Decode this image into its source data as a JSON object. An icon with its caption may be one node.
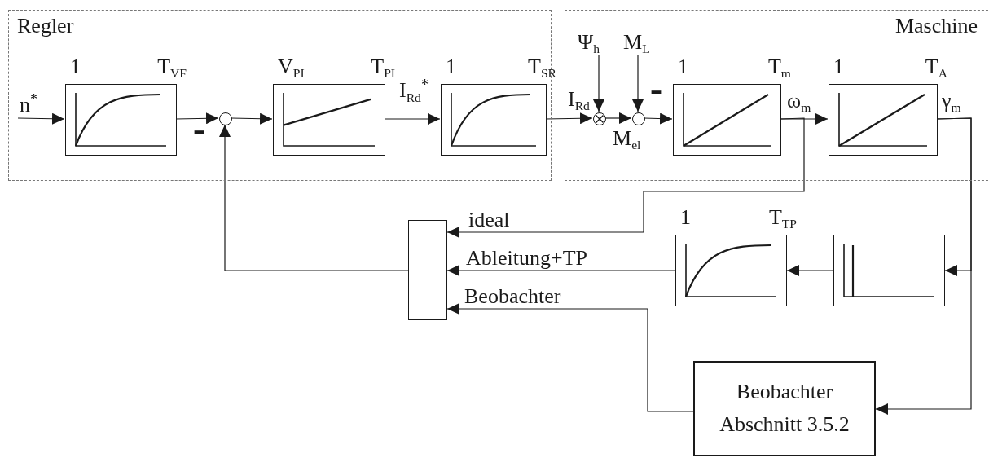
{
  "diagram": {
    "nodes": [
      {
        "text": [
          "Regler"
        ]
      },
      {
        "text": [
          "1",
          "T$_{VF}$"
        ],
        "in": 0
      },
      {
        "text": [],
        "shape": "circle",
        "in": 0,
        "beside": [
          "–"
        ]
      },
      {
        "text": [
          "V$_{PI}$",
          "T$_{PI}$"
        ],
        "in": 0
      },
      {
        "text": [
          "1",
          "T$_{SR}$"
        ],
        "in": 0
      },
      {
        "text": [
          "Maschine"
        ]
      },
      {
        "text": [
          "Ψ$_{h}$"
        ],
        "in": 5
      },
      {
        "text": [
          "M$_{L}$"
        ],
        "in": 5
      },
      {
        "text": [],
        "shape": "circle",
        "in": 5
      },
      {
        "text": [],
        "shape": "circle",
        "in": 5,
        "beside": [
          "–"
        ]
      },
      {
        "text": [
          "1",
          "T$_{m}$"
        ],
        "in": 5
      },
      {
        "text": [
          "1",
          "T$_{A}$"
        ],
        "in": 5
      },
      {
        "text": [],
        "shape": "box"
      },
      {
        "text": [
          "1",
          "T$_{TP}$"
        ]
      },
      {
        "text": [],
        "shape": "box"
      },
      {
        "text": [
          "Beobachter Abschnitt 3.5.2"
        ]
      }
    ],
    "edges": [
      {
        "from": null,
        "to": 1,
        "arrow": "to",
        "label": "n$^{*}$"
      },
      {
        "from": 1,
        "to": 2,
        "arrow": "to"
      },
      {
        "from": 2,
        "to": 3,
        "arrow": "to"
      },
      {
        "from": 3,
        "to": 4,
        "arrow": "to",
        "label": "I$_{Rd}$$^{*}$"
      },
      {
        "from": 4,
        "to": 8,
        "arrow": "to",
        "label": "I$_{Rd}$"
      },
      {
        "from": 6,
        "to": 8,
        "arrow": "to"
      },
      {
        "from": 7,
        "to": 9,
        "arrow": "to"
      },
      {
        "from": 8,
        "to": 9,
        "arrow": "to",
        "label": "M$_{el}$"
      },
      {
        "from": 9,
        "to": 10,
        "arrow": "to"
      },
      {
        "from": 10,
        "to": 11,
        "arrow": "to",
        "label": "ω$_{m}$"
      },
      {
        "from": 10,
        "to": 12,
        "arrow": "to",
        "label": "ideal"
      },
      {
        "from": 11,
        "to": 14,
        "arrow": "to",
        "label": "γ$_{m}$"
      },
      {
        "from": 11,
        "to": 15,
        "arrow": "to"
      },
      {
        "from": 14,
        "to": 13,
        "arrow": "to"
      },
      {
        "from": 13,
        "to": 12,
        "arrow": "to",
        "label": "Ableitung+TP"
      },
      {
        "from": 15,
        "to": 12,
        "arrow": "to",
        "label": "Beobachter"
      },
      {
        "from": 12,
        "to": 2,
        "arrow": "to"
      }
    ]
  }
}
